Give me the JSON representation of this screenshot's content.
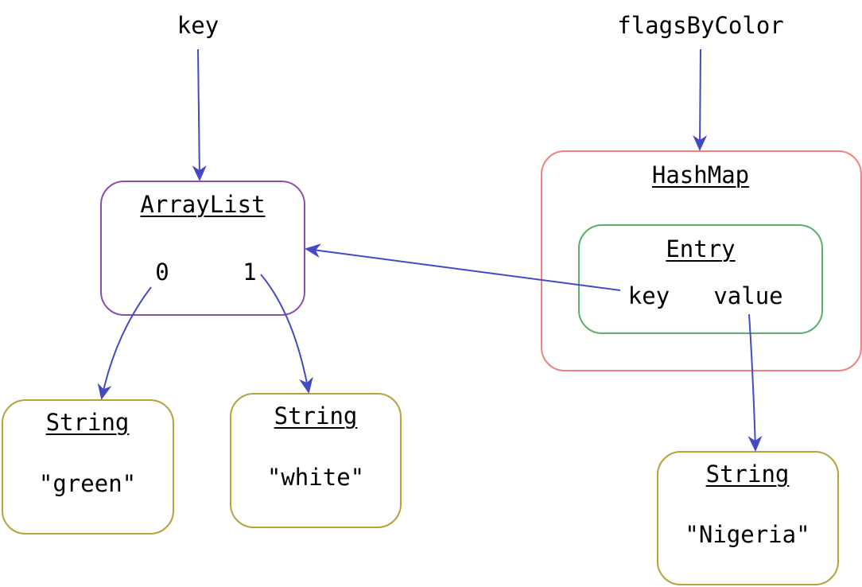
{
  "variables": {
    "key": "key",
    "flags": "flagsByColor"
  },
  "arraylist": {
    "title": "ArrayList",
    "index0": "0",
    "index1": "1"
  },
  "hashmap": {
    "title": "HashMap"
  },
  "entry": {
    "title": "Entry",
    "key_label": "key",
    "value_label": "value"
  },
  "strings": {
    "green": {
      "title": "String",
      "value": "\"green\""
    },
    "white": {
      "title": "String",
      "value": "\"white\""
    },
    "nigeria": {
      "title": "String",
      "value": "\"Nigeria\""
    }
  },
  "colors": {
    "arrow": "#4449c6",
    "arraylist_border": "#8a4fa8",
    "hashmap_border": "#f28080",
    "entry_border": "#5aae6a",
    "string_border": "#b5a23a"
  }
}
